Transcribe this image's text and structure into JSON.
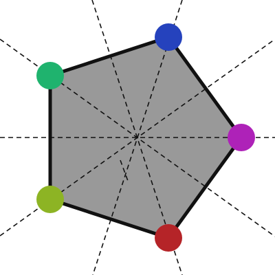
{
  "diagram": {
    "shape": "regular-pentagon",
    "fill_color": "#999999",
    "stroke_color": "#111111",
    "line_color": "#111111",
    "line_style": "dashed",
    "background_color": "#ffffff",
    "vertices": [
      {
        "color_name": "purple",
        "color": "#ae22b8"
      },
      {
        "color_name": "blue",
        "color": "#2542bd"
      },
      {
        "color_name": "green",
        "color": "#1fb36e"
      },
      {
        "color_name": "olive",
        "color": "#8db424"
      },
      {
        "color_name": "red",
        "color": "#b52428"
      }
    ],
    "dashed_lines": [
      {
        "kind": "horizontal-through-center"
      },
      {
        "kind": "blue-to-red-vertex-axis"
      },
      {
        "kind": "green-to-purple-vertex-axis"
      },
      {
        "kind": "olive-to-purple-vertex-axis"
      },
      {
        "kind": "red-to-blue-vertex-axis"
      },
      {
        "kind": "olive-vertex-perpendicular"
      }
    ]
  }
}
